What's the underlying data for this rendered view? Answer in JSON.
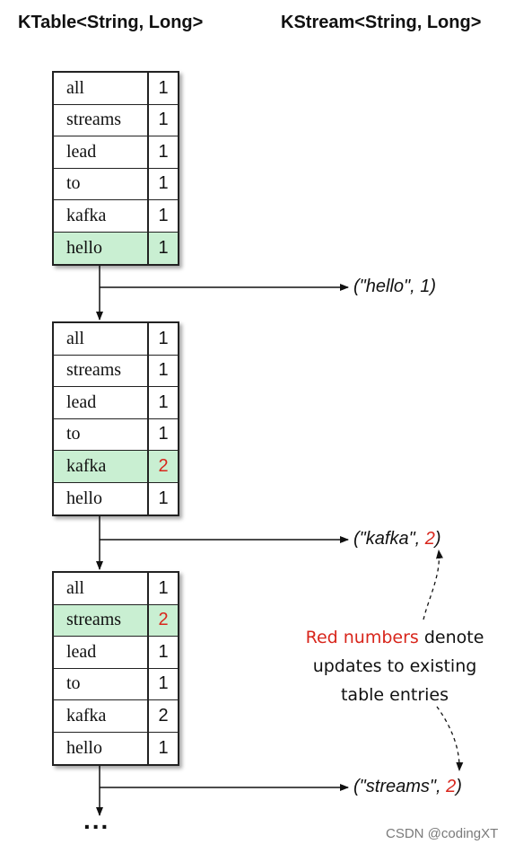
{
  "header": {
    "left": "KTable<String, Long>",
    "right": "KStream<String, Long>"
  },
  "tables": [
    {
      "rows": [
        {
          "key": "all",
          "value": "1",
          "highlight": false,
          "red": false
        },
        {
          "key": "streams",
          "value": "1",
          "highlight": false,
          "red": false
        },
        {
          "key": "lead",
          "value": "1",
          "highlight": false,
          "red": false
        },
        {
          "key": "to",
          "value": "1",
          "highlight": false,
          "red": false
        },
        {
          "key": "kafka",
          "value": "1",
          "highlight": false,
          "red": false
        },
        {
          "key": "hello",
          "value": "1",
          "highlight": true,
          "red": false
        }
      ],
      "output": {
        "prefix": "(\"hello\", ",
        "value": "1",
        "suffix": ")",
        "red": false
      }
    },
    {
      "rows": [
        {
          "key": "all",
          "value": "1",
          "highlight": false,
          "red": false
        },
        {
          "key": "streams",
          "value": "1",
          "highlight": false,
          "red": false
        },
        {
          "key": "lead",
          "value": "1",
          "highlight": false,
          "red": false
        },
        {
          "key": "to",
          "value": "1",
          "highlight": false,
          "red": false
        },
        {
          "key": "kafka",
          "value": "2",
          "highlight": true,
          "red": true
        },
        {
          "key": "hello",
          "value": "1",
          "highlight": false,
          "red": false
        }
      ],
      "output": {
        "prefix": "(\"kafka\", ",
        "value": "2",
        "suffix": ")",
        "red": true
      }
    },
    {
      "rows": [
        {
          "key": "all",
          "value": "1",
          "highlight": false,
          "red": false
        },
        {
          "key": "streams",
          "value": "2",
          "highlight": true,
          "red": true
        },
        {
          "key": "lead",
          "value": "1",
          "highlight": false,
          "red": false
        },
        {
          "key": "to",
          "value": "1",
          "highlight": false,
          "red": false
        },
        {
          "key": "kafka",
          "value": "2",
          "highlight": false,
          "red": false
        },
        {
          "key": "hello",
          "value": "1",
          "highlight": false,
          "red": false
        }
      ],
      "output": {
        "prefix": "(\"streams\", ",
        "value": "2",
        "suffix": ")",
        "red": true
      }
    }
  ],
  "note": {
    "red_part": "Red numbers",
    "rest_line1": " denote",
    "line2": "updates to existing",
    "line3": "table entries"
  },
  "ellipsis": "...",
  "watermark": "CSDN @codingXT",
  "colors": {
    "highlight": "#c9efd2",
    "red": "#d8261c"
  }
}
